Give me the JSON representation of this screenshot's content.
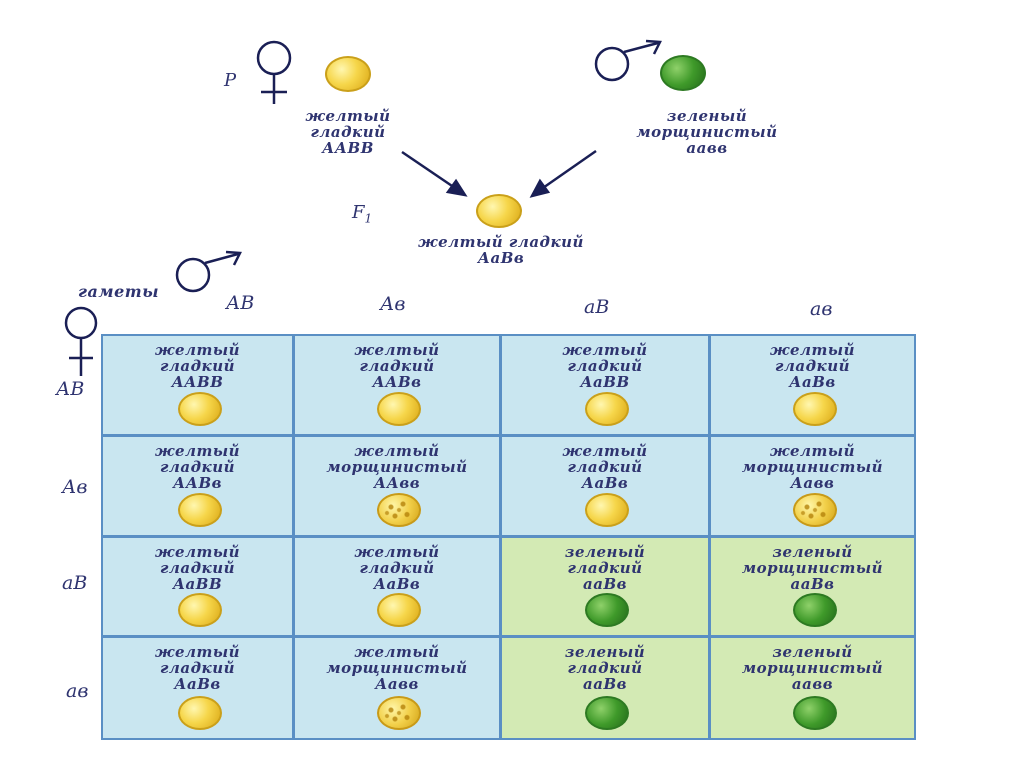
{
  "parents": {
    "label": "P",
    "female": {
      "line1": "желтый",
      "line2": "гладкий",
      "genotype": "ААВВ",
      "pea": "yellow"
    },
    "male": {
      "line1": "зеленый",
      "line2": "морщинистый",
      "genotype": "аавв",
      "pea": "green"
    }
  },
  "f1": {
    "label": "F",
    "sub": "1",
    "phenotype": "желтый гладкий",
    "genotype": "АаВв",
    "pea": "yellow"
  },
  "gametes_label": "гаметы",
  "male_gametes": [
    "АВ",
    "Ав",
    "аВ",
    "ав"
  ],
  "female_gametes": [
    "АВ",
    "Ав",
    "аВ",
    "ав"
  ],
  "cells": [
    [
      {
        "l1": "желтый",
        "l2": "гладкий",
        "g": "ААВВ",
        "pea": "yellow",
        "bg": "blue"
      },
      {
        "l1": "желтый",
        "l2": "гладкий",
        "g": "ААВв",
        "pea": "yellow",
        "bg": "blue"
      },
      {
        "l1": "желтый",
        "l2": "гладкий",
        "g": "АаВВ",
        "pea": "yellow",
        "bg": "blue"
      },
      {
        "l1": "желтый",
        "l2": "гладкий",
        "g": "АаВв",
        "pea": "yellow",
        "bg": "blue"
      }
    ],
    [
      {
        "l1": "желтый",
        "l2": "гладкий",
        "g": "ААВв",
        "pea": "yellow",
        "bg": "blue"
      },
      {
        "l1": "желтый",
        "l2": "морщинистый",
        "g": "ААвв",
        "pea": "wrinkled",
        "bg": "blue"
      },
      {
        "l1": "желтый",
        "l2": "гладкий",
        "g": "АаВв",
        "pea": "yellow",
        "bg": "blue"
      },
      {
        "l1": "желтый",
        "l2": "морщинистый",
        "g": "Аавв",
        "pea": "wrinkled",
        "bg": "blue"
      }
    ],
    [
      {
        "l1": "желтый",
        "l2": "гладкий",
        "g": "АаВВ",
        "pea": "yellow",
        "bg": "blue"
      },
      {
        "l1": "желтый",
        "l2": "гладкий",
        "g": "АаВв",
        "pea": "yellow",
        "bg": "blue"
      },
      {
        "l1": "зеленый",
        "l2": "гладкий",
        "g": "ааВв",
        "pea": "green",
        "bg": "green"
      },
      {
        "l1": "зеленый",
        "l2": "морщинистый",
        "g": "ааВв",
        "pea": "green",
        "bg": "green"
      }
    ],
    [
      {
        "l1": "желтый",
        "l2": "гладкий",
        "g": "АаВв",
        "pea": "yellow",
        "bg": "blue"
      },
      {
        "l1": "желтый",
        "l2": "морщинистый",
        "g": "Аавв",
        "pea": "wrinkled",
        "bg": "blue"
      },
      {
        "l1": "зеленый",
        "l2": "гладкий",
        "g": "ааВв",
        "pea": "green",
        "bg": "green"
      },
      {
        "l1": "зеленый",
        "l2": "морщинистый",
        "g": "аавв",
        "pea": "green",
        "bg": "green"
      }
    ]
  ],
  "colors": {
    "text": "#2f3470",
    "cell_blue": "#c9e6f0",
    "cell_green": "#d3eab4",
    "border": "#5a8fc4"
  }
}
